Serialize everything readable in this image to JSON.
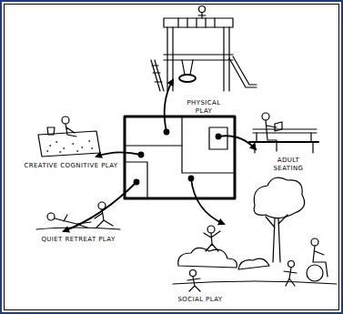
{
  "diagram": {
    "labels": [
      "PHYSICAL PLAY",
      "CREATIVE COGNITIVE PLAY",
      "ADULT SEATING",
      "QUIET RETREAT PLAY",
      "SOCIAL PLAY"
    ]
  }
}
